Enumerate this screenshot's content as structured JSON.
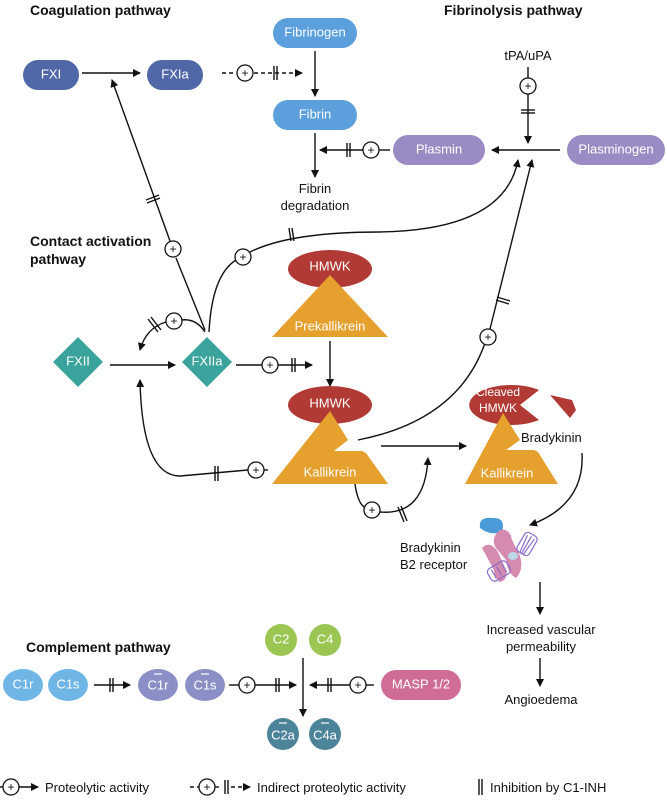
{
  "titles": {
    "coagulation": "Coagulation pathway",
    "fibrinolysis": "Fibrinolysis pathway",
    "contact_line1": "Contact activation",
    "contact_line2": "pathway",
    "complement": "Complement pathway"
  },
  "nodes": {
    "fxi": "FXI",
    "fxia": "FXIa",
    "fibrinogen": "Fibrinogen",
    "fibrin": "Fibrin",
    "plasmin": "Plasmin",
    "plasminogen": "Plasminogen",
    "fxii": "FXII",
    "fxiia": "FXIIa",
    "hmwk1": "HMWK",
    "prekallikrein": "Prekallikrein",
    "hmwk2": "HMWK",
    "kallikrein1": "Kallikrein",
    "cleaved_line1": "Cleaved",
    "cleaved_line2": "HMWK",
    "kallikrein2": "Kallikrein",
    "c1r": "C1r",
    "c1s": "C1s",
    "c1r_active": "C1r",
    "c1s_active": "C1s",
    "c2": "C2",
    "c4": "C4",
    "c2a": "C2a",
    "c4a": "C4a",
    "masp": "MASP 1/2"
  },
  "labels": {
    "tpa": "tPA/uPA",
    "fibrin_deg1": "Fibrin",
    "fibrin_deg2": "degradation",
    "bradykinin": "Bradykinin",
    "b2r_line1": "Bradykinin",
    "b2r_line2": "B2 receptor",
    "perm_line1": "Increased vascular",
    "perm_line2": "permeability",
    "angioedema": "Angioedema",
    "plus_symbol": "+"
  },
  "legend": {
    "proteolytic": "Proteolytic activity",
    "indirect": "Indirect proteolytic activity",
    "inhibition": "Inhibition by C1-INH"
  },
  "colors": {
    "coag_blue": "#5068a8",
    "fibrin_blue": "#5b9fdc",
    "plasmin_purple": "#9b8bc4",
    "contact_teal": "#3aa39b",
    "hmwk_red": "#b23a35",
    "kallikrein_orange": "#e5a02e",
    "c1_lightblue": "#6fb6e6",
    "c1_active_purple": "#8a90c6",
    "c2c4_green": "#9bc653",
    "c2ac4a_teal": "#4b8399",
    "masp_pink": "#cf6d97"
  }
}
